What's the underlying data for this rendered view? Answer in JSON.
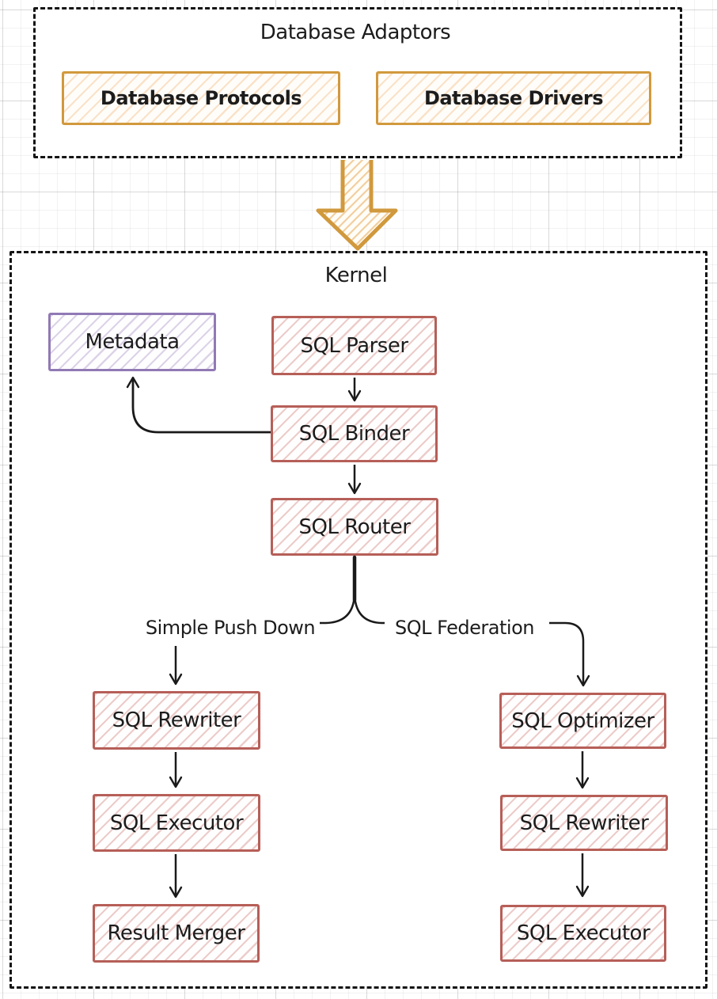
{
  "adaptors": {
    "title": "Database Adaptors",
    "protocols_label": "Database Protocols",
    "drivers_label": "Database Drivers"
  },
  "kernel": {
    "title": "Kernel",
    "metadata_label": "Metadata",
    "parser_label": "SQL Parser",
    "binder_label": "SQL Binder",
    "router_label": "SQL Router",
    "left_branch_label": "Simple Push Down",
    "right_branch_label": "SQL Federation",
    "left_chain": [
      "SQL Rewriter",
      "SQL Executor",
      "Result Merger"
    ],
    "right_chain": [
      "SQL Optimizer",
      "SQL Rewriter",
      "SQL Executor"
    ]
  },
  "colors": {
    "accent_orange": "#d1993d",
    "accent_red": "#b65f58",
    "accent_purple": "#9179b5",
    "ink": "#1c1c1c"
  }
}
